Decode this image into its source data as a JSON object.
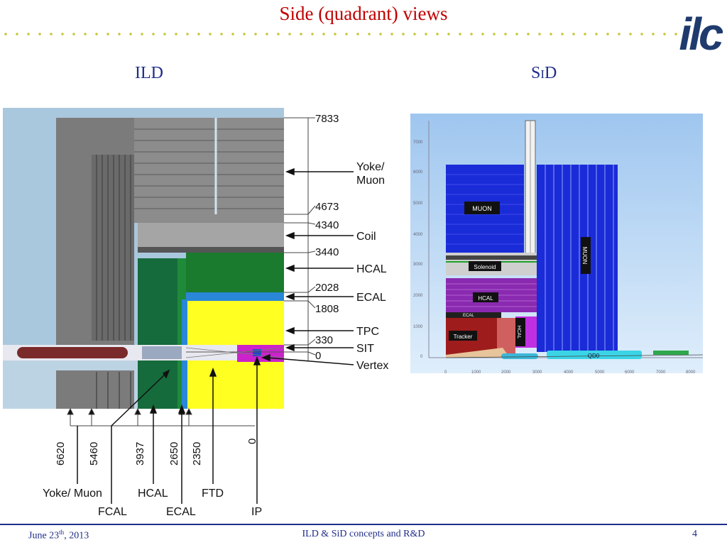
{
  "title": "Side (quadrant) views",
  "columns": {
    "left_header": "ILD",
    "right_header_big": "S",
    "right_header_small": "I",
    "right_header_end": "D"
  },
  "logo_text": "ilc",
  "ild": {
    "right_values": [
      "7833",
      "4673",
      "4340",
      "3440",
      "2028",
      "1808",
      "330",
      "0"
    ],
    "right_labels": {
      "yoke": "Yoke/",
      "muon": "Muon",
      "coil": "Coil",
      "hcal": "HCAL",
      "ecal": "ECAL",
      "tpc": "TPC",
      "sit": "SIT",
      "vertex": "Vertex"
    },
    "bottom_values": [
      "6620",
      "5460",
      "3937",
      "2650",
      "2350",
      "0"
    ],
    "bottom_labels": {
      "yoke_muon": "Yoke/ Muon",
      "hcal": "HCAL",
      "ftd": "FTD",
      "fcal": "FCAL",
      "ecal": "ECAL",
      "ip": "IP"
    }
  },
  "sid": {
    "y_ticks": [
      "7000",
      "6000",
      "5000",
      "4000",
      "3000",
      "2000",
      "1000",
      "0"
    ],
    "x_ticks": [
      "0",
      "1000",
      "2000",
      "3000",
      "4000",
      "5000",
      "6000",
      "7000",
      "8000"
    ],
    "labels": {
      "muon_left": "MUON",
      "muon_right": "MUON",
      "solenoid": "Solenoid",
      "hcal": "HCAL",
      "ecal": "ECAL",
      "hcal_end": "HCAL",
      "tracker": "Tracker",
      "qd0": "QD0"
    }
  },
  "footer": {
    "date_main": "June 23",
    "date_sup": "th",
    "date_year": ", 2013",
    "center": "ILD & SiD concepts and R&D",
    "page": "4"
  }
}
